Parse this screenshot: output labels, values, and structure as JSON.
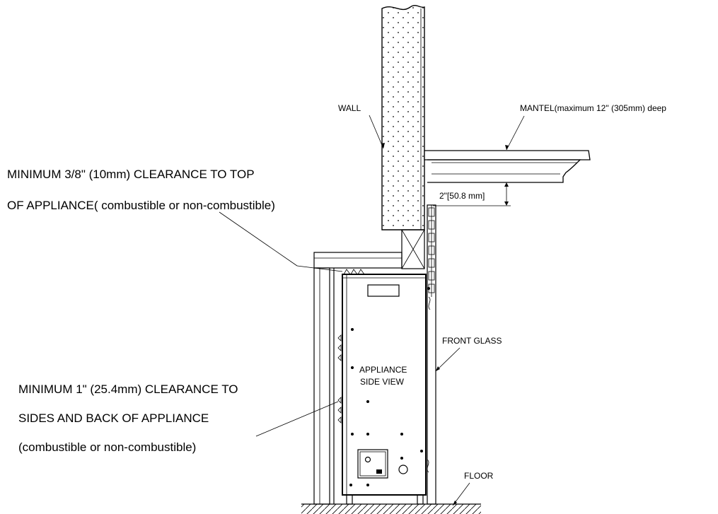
{
  "labels": {
    "wall": "WALL",
    "mantel": "MANTEL(maximum 12\" (305mm) deep",
    "mantel_gap": "2\"[50.8 mm]",
    "top_clearance_line1": "MINIMUM 3/8\" (10mm) CLEARANCE TO TOP",
    "top_clearance_line2": "OF APPLIANCE( combustible or non-combustible)",
    "front_glass": "FRONT GLASS",
    "appliance_line1": "APPLIANCE",
    "appliance_line2": "SIDE VIEW",
    "side_clearance_line1": "MINIMUM 1\" (25.4mm) CLEARANCE TO",
    "side_clearance_line2": "SIDES AND BACK OF APPLIANCE",
    "side_clearance_line3": "(combustible or non-combustible)",
    "floor": "FLOOR"
  }
}
